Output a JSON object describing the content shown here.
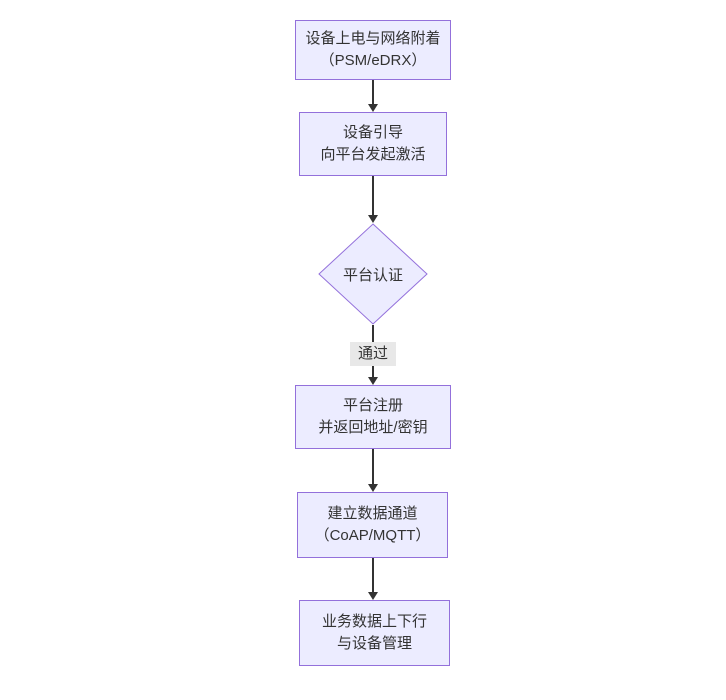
{
  "diagram": {
    "type": "flowchart",
    "direction": "top-down",
    "colors": {
      "canvas_bg": "#ffffff",
      "node_fill": "#ECECFF",
      "node_border": "#9370DB",
      "text": "#333333",
      "edge": "#333333",
      "edge_label_bg": "#e8e8e8"
    },
    "nodes": [
      {
        "id": "n1",
        "shape": "rect",
        "lines": [
          "设备上电与网络附着",
          "（PSM/eDRX）"
        ]
      },
      {
        "id": "n2",
        "shape": "rect",
        "lines": [
          "设备引导",
          "向平台发起激活"
        ]
      },
      {
        "id": "n3",
        "shape": "diamond",
        "lines": [
          "平台认证"
        ]
      },
      {
        "id": "n4",
        "shape": "rect",
        "lines": [
          "平台注册",
          "并返回地址/密钥"
        ]
      },
      {
        "id": "n5",
        "shape": "rect",
        "lines": [
          "建立数据通道",
          "（CoAP/MQTT）"
        ]
      },
      {
        "id": "n6",
        "shape": "rect",
        "lines": [
          "业务数据上下行",
          "与设备管理"
        ]
      }
    ],
    "edges": [
      {
        "from": "n1",
        "to": "n2",
        "label": ""
      },
      {
        "from": "n2",
        "to": "n3",
        "label": ""
      },
      {
        "from": "n3",
        "to": "n4",
        "label": "通过"
      },
      {
        "from": "n4",
        "to": "n5",
        "label": ""
      },
      {
        "from": "n5",
        "to": "n6",
        "label": ""
      }
    ]
  }
}
